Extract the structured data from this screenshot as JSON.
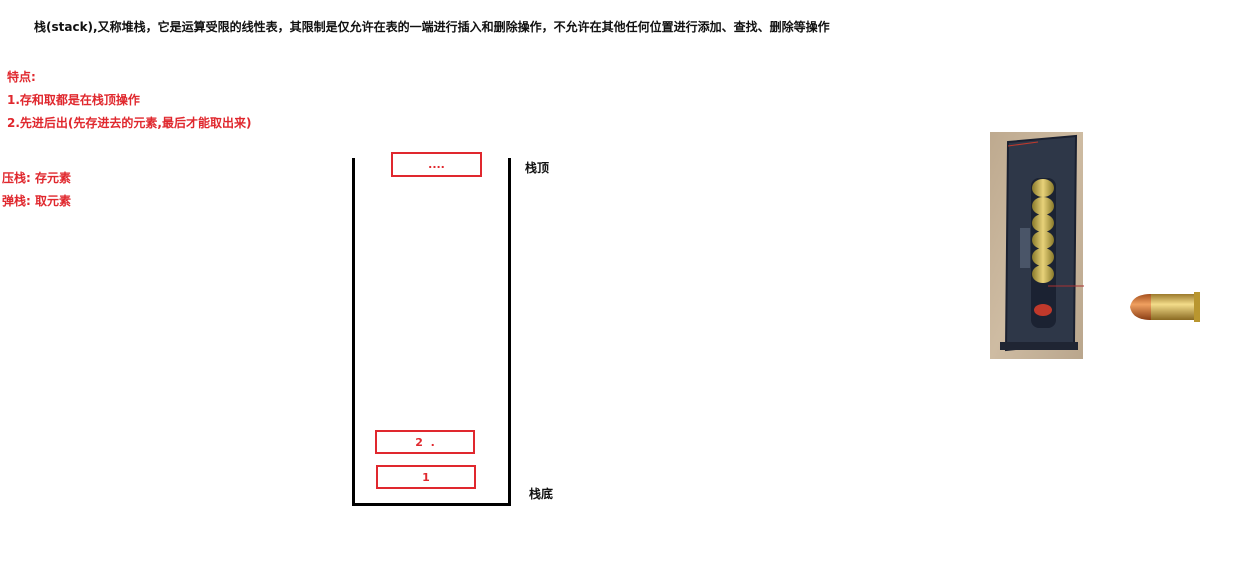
{
  "intro": "栈(stack),又称堆栈，它是运算受限的线性表，其限制是仅允许在表的一端进行插入和删除操作，不允许在其他任何位置进行添加、查找、删除等操作",
  "features": {
    "heading": "特点:",
    "items": [
      "1.存和取都是在栈顶操作",
      "2.先进后出(先存进去的元素,最后才能取出来)"
    ]
  },
  "operations": [
    "压栈: 存元素",
    "弹栈: 取元素"
  ],
  "stack": {
    "top_label": "栈顶",
    "bottom_label": "栈底",
    "elements": [
      "....",
      "2  .",
      "1"
    ]
  },
  "colors": {
    "accent": "#e0282e",
    "text": "#111111"
  }
}
